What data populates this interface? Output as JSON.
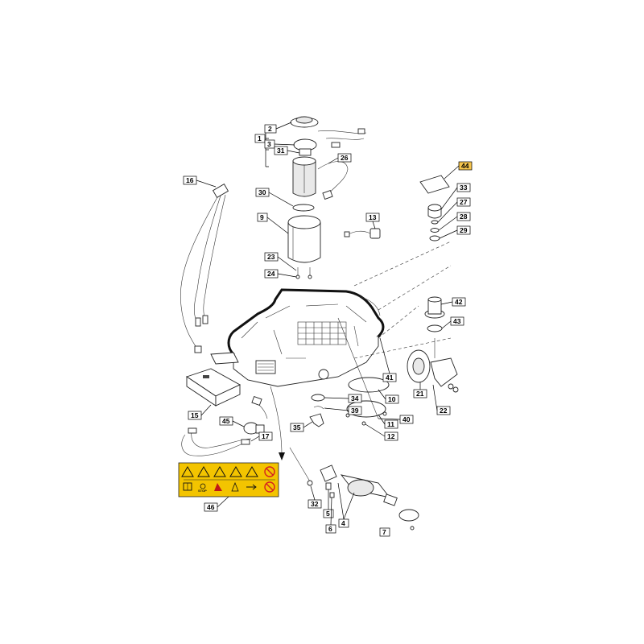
{
  "highlight_color": "#f5c44c",
  "callouts": {
    "c1": "1",
    "c2": "2",
    "c3": "3",
    "c4": "4",
    "c5": "5",
    "c6": "6",
    "c7": "7",
    "c9": "9",
    "c10": "10",
    "c11": "11",
    "c12": "12",
    "c13": "13",
    "c15": "15",
    "c16": "16",
    "c17": "17",
    "c21": "21",
    "c22": "22",
    "c23": "23",
    "c24": "24",
    "c26": "26",
    "c27": "27",
    "c28": "28",
    "c29": "29",
    "c30": "30",
    "c31": "31",
    "c32": "32",
    "c33": "33",
    "c34": "34",
    "c35": "35",
    "c39": "39",
    "c40": "40",
    "c41": "41",
    "c42": "42",
    "c43": "43",
    "c44": "44",
    "c45": "45",
    "c46": "46"
  },
  "sticker": {
    "icons_row1": [
      "warning-icon",
      "warning-icon",
      "warning-icon",
      "warning-icon",
      "warning-icon",
      "prohibited-icon"
    ],
    "icons_row2": [
      "manual-icon",
      "stop-icon",
      "hazard-icon",
      "warning-icon",
      "distance-icon",
      "prohibited-icon"
    ],
    "stop_text": "STOP"
  }
}
